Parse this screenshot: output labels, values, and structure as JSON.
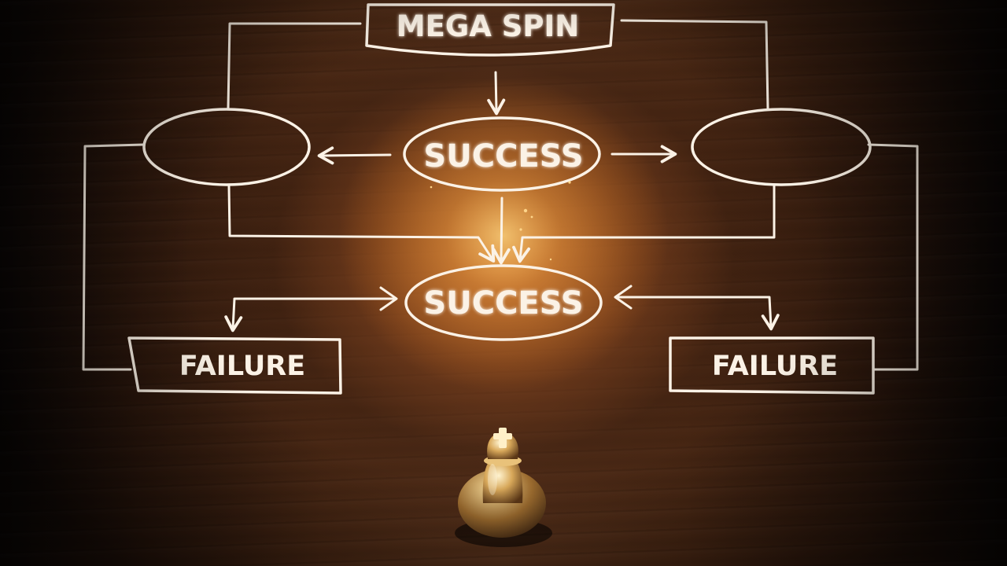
{
  "nodes": {
    "top": {
      "label": "MEGA SPIN"
    },
    "upper_center": {
      "label": "SUCCESS"
    },
    "lower_center": {
      "label": "SUCCESS"
    },
    "left_oval": {
      "label": ""
    },
    "right_oval": {
      "label": ""
    },
    "left_box": {
      "label": "FAILURE"
    },
    "right_box": {
      "label": "FAILURE"
    }
  },
  "colors": {
    "chalk": "#fbf2e6",
    "glow": "#ffb347",
    "wood_light": "#b0622c",
    "wood_dark": "#2c170c"
  },
  "decor": {
    "figure": "chess-king-icon"
  }
}
